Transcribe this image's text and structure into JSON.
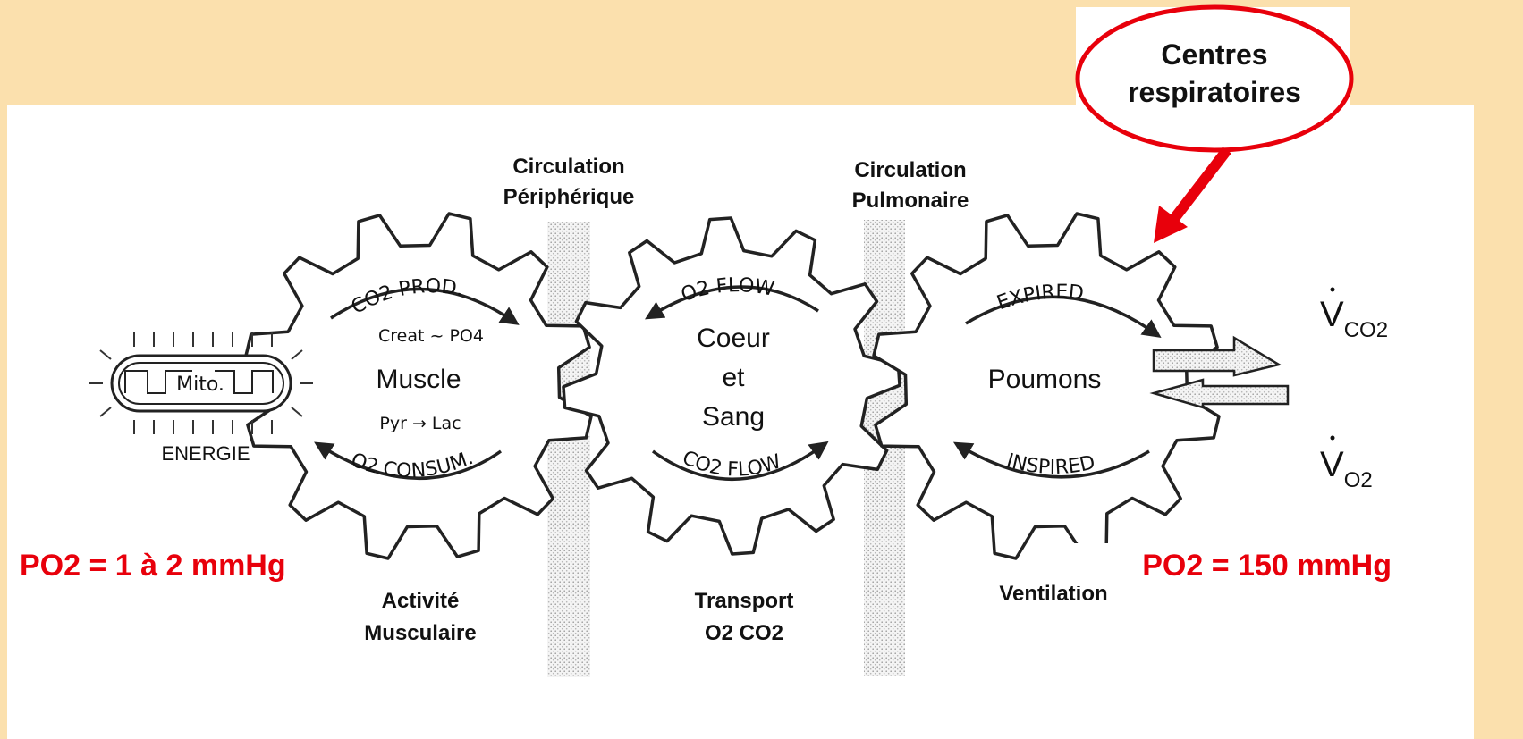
{
  "colors": {
    "slide_background": "#fbe0ad",
    "panel": "#ffffff",
    "highlight": "#e8000b",
    "ink": "#111111"
  },
  "callout": {
    "line1": "Centres",
    "line2": "respiratoires"
  },
  "circulation_peripherique": {
    "line1": "Circulation",
    "line2": "Périphérique"
  },
  "circulation_pulmonaire": {
    "line1": "Circulation",
    "line2": "Pulmonaire"
  },
  "mito": {
    "label": "Mito.",
    "caption": "ENERGIE"
  },
  "muscle": {
    "title": "Muscle",
    "top_arc": "CO2 PROD.",
    "sub_top": "Creat ~ PO4",
    "sub_bottom": "Pyr → Lac",
    "bottom_arc": "O2 CONSUM."
  },
  "heart": {
    "line1": "Coeur",
    "line2": "et",
    "line3": "Sang",
    "top_arc": "O2 FLOW",
    "bottom_arc": "CO2 FLOW"
  },
  "lungs": {
    "title": "Poumons",
    "top_arc": "EXPIRED",
    "bottom_arc": "INSPIRED"
  },
  "flows": {
    "vco2": "V",
    "vco2_sub": "CO2",
    "vo2": "V",
    "vo2_sub": "O2"
  },
  "bottom_labels": {
    "activite_l1": "Activité",
    "activite_l2": "Musculaire",
    "transport_l1": "Transport",
    "transport_l2": "O2  CO2",
    "ventilation": "Ventilation"
  },
  "po2_left": "PO2 = 1 à 2 mmHg",
  "po2_right": "PO2 = 150 mmHg"
}
